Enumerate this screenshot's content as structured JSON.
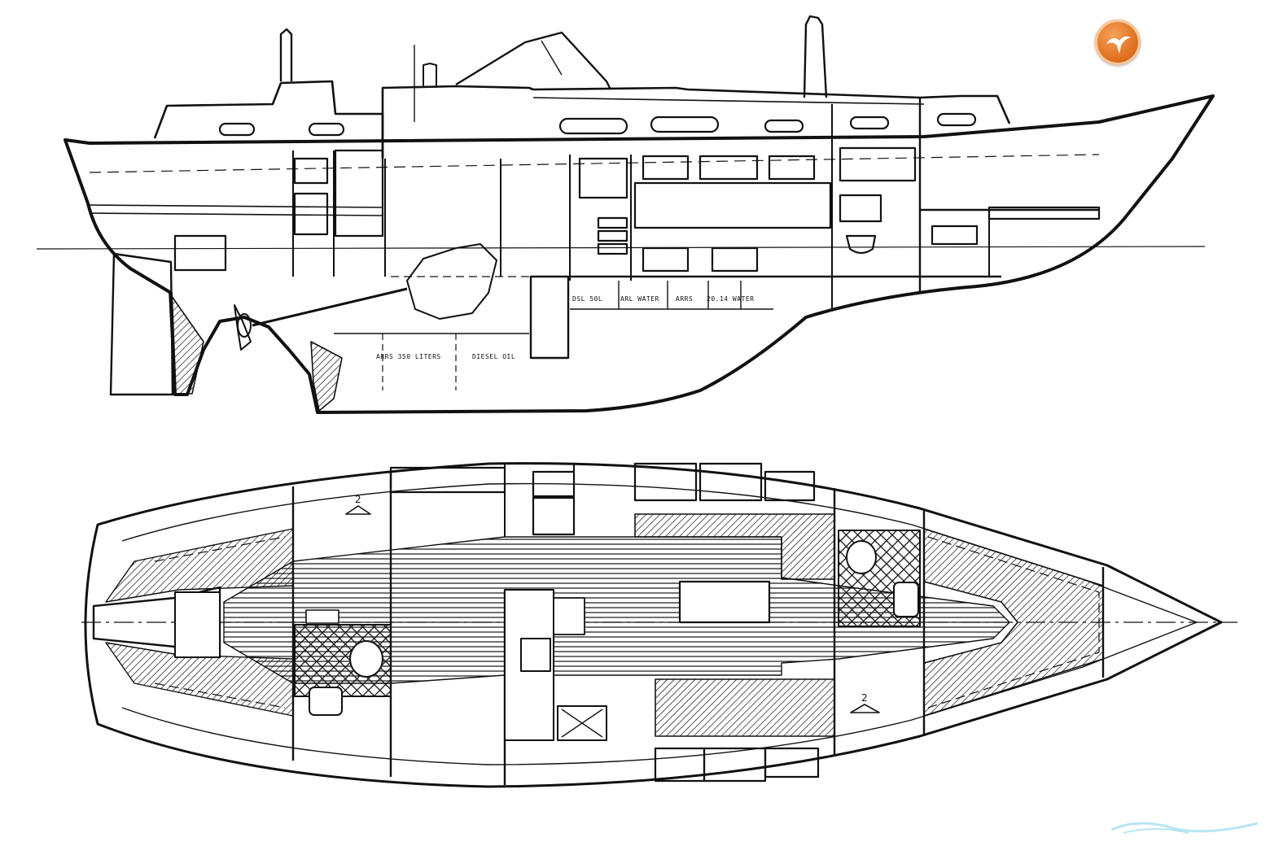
{
  "profile": {
    "tank_labels": [
      {
        "id": "tank-1",
        "text": "DSL 50L"
      },
      {
        "id": "tank-2",
        "text": "ARL WATER"
      },
      {
        "id": "tank-3",
        "text": "ARRS"
      },
      {
        "id": "tank-4",
        "text": "20.14 WATER"
      },
      {
        "id": "tank-5",
        "text": "ARRS 350 LITERS"
      },
      {
        "id": "tank-6",
        "text": "DIESEL OIL"
      }
    ]
  },
  "plan": {
    "berth_marks": [
      {
        "id": "aft-berth-mark",
        "text": "2"
      },
      {
        "id": "fwd-berth-mark",
        "text": "2"
      }
    ]
  },
  "branding": {
    "logo_icon": "seagull-icon",
    "logo_color": "#e07020",
    "watermark_color": "#7fd0e8"
  },
  "colors": {
    "line": "#111111",
    "background": "#ffffff"
  }
}
